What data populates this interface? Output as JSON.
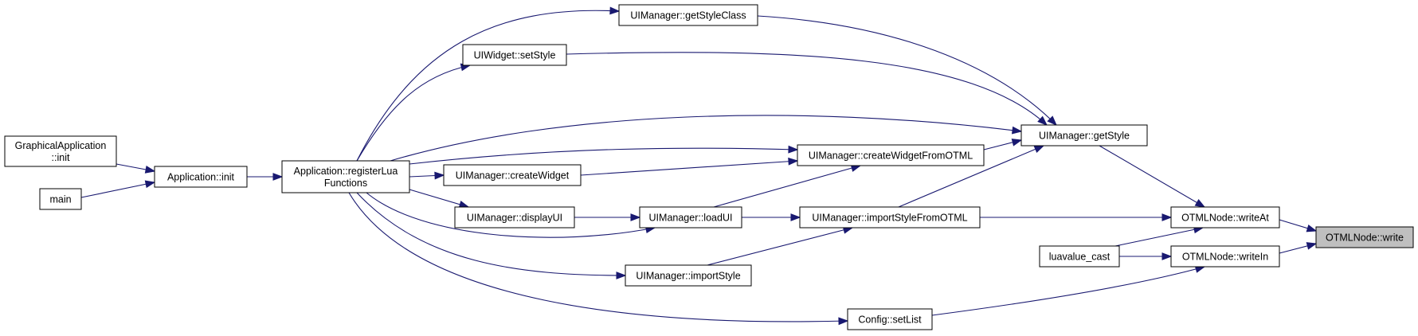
{
  "colors": {
    "edge": "#191970",
    "node_border": "#000000",
    "node_fill": "#ffffff",
    "highlight_fill": "#bfbfbf"
  },
  "nodes": {
    "graphical_application_init": [
      "GraphicalApplication",
      "::init"
    ],
    "main": [
      "main"
    ],
    "application_init": [
      "Application::init"
    ],
    "register_lua_functions": [
      "Application::registerLua",
      "Functions"
    ],
    "uiwidget_set_style": [
      "UIWidget::setStyle"
    ],
    "uimanager_get_style_class": [
      "UIManager::getStyleClass"
    ],
    "uimanager_create_widget": [
      "UIManager::createWidget"
    ],
    "uimanager_display_ui": [
      "UIManager::displayUI"
    ],
    "uimanager_import_style": [
      "UIManager::importStyle"
    ],
    "uimanager_load_ui": [
      "UIManager::loadUI"
    ],
    "uimanager_create_widget_from_otml": [
      "UIManager::createWidgetFromOTML"
    ],
    "uimanager_import_style_from_otml": [
      "UIManager::importStyleFromOTML"
    ],
    "uimanager_get_style": [
      "UIManager::getStyle"
    ],
    "config_set_list": [
      "Config::setList"
    ],
    "luavalue_cast": [
      "luavalue_cast"
    ],
    "otmlnode_write_at": [
      "OTMLNode::writeAt"
    ],
    "otmlnode_write_in": [
      "OTMLNode::writeIn"
    ],
    "otmlnode_write": [
      "OTMLNode::write"
    ]
  },
  "highlighted_node": "otmlnode_write",
  "edges": [
    [
      "graphical_application_init",
      "application_init"
    ],
    [
      "main",
      "application_init"
    ],
    [
      "application_init",
      "register_lua_functions"
    ],
    [
      "register_lua_functions",
      "uimanager_get_style_class"
    ],
    [
      "register_lua_functions",
      "uiwidget_set_style"
    ],
    [
      "register_lua_functions",
      "uimanager_get_style"
    ],
    [
      "register_lua_functions",
      "uimanager_create_widget_from_otml"
    ],
    [
      "register_lua_functions",
      "uimanager_create_widget"
    ],
    [
      "register_lua_functions",
      "uimanager_display_ui"
    ],
    [
      "register_lua_functions",
      "uimanager_load_ui"
    ],
    [
      "register_lua_functions",
      "uimanager_import_style"
    ],
    [
      "register_lua_functions",
      "config_set_list"
    ],
    [
      "uimanager_display_ui",
      "uimanager_load_ui"
    ],
    [
      "uimanager_create_widget",
      "uimanager_create_widget_from_otml"
    ],
    [
      "uimanager_load_ui",
      "uimanager_create_widget_from_otml"
    ],
    [
      "uimanager_load_ui",
      "uimanager_import_style_from_otml"
    ],
    [
      "uimanager_import_style",
      "uimanager_import_style_from_otml"
    ],
    [
      "uimanager_get_style_class",
      "uimanager_get_style"
    ],
    [
      "uiwidget_set_style",
      "uimanager_get_style"
    ],
    [
      "uimanager_create_widget_from_otml",
      "uimanager_get_style"
    ],
    [
      "uimanager_import_style_from_otml",
      "uimanager_get_style"
    ],
    [
      "uimanager_get_style",
      "otmlnode_write_at"
    ],
    [
      "uimanager_import_style_from_otml",
      "otmlnode_write_at"
    ],
    [
      "luavalue_cast",
      "otmlnode_write_at"
    ],
    [
      "luavalue_cast",
      "otmlnode_write_in"
    ],
    [
      "config_set_list",
      "otmlnode_write_in"
    ],
    [
      "otmlnode_write_at",
      "otmlnode_write"
    ],
    [
      "otmlnode_write_in",
      "otmlnode_write"
    ]
  ]
}
